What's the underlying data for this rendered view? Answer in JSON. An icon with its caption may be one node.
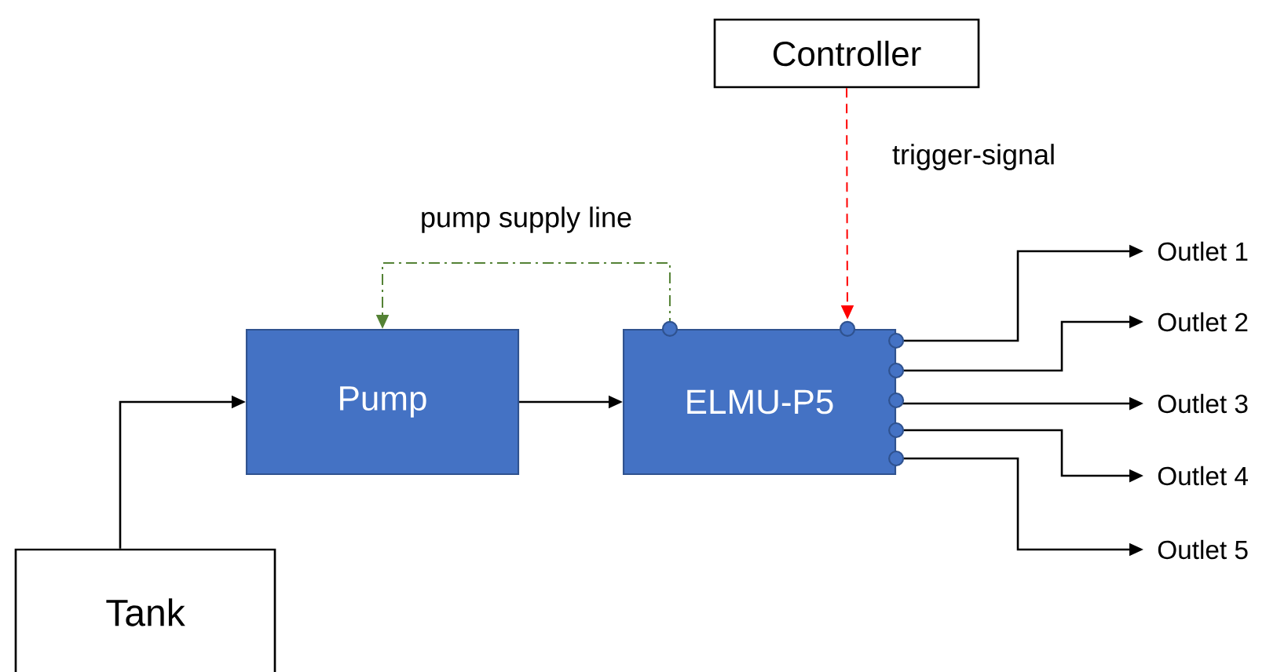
{
  "diagram": {
    "nodes": [
      {
        "text": [
          "Controller"
        ]
      },
      {
        "text": [
          "Pump"
        ]
      },
      {
        "text": [
          "ELMU-P5"
        ]
      },
      {
        "text": [
          "Tank"
        ]
      },
      {
        "text": [
          "Outlet 1"
        ]
      },
      {
        "text": [
          "Outlet 2"
        ]
      },
      {
        "text": [
          "Outlet 3"
        ]
      },
      {
        "text": [
          "Outlet 4"
        ]
      },
      {
        "text": [
          "Outlet 5"
        ]
      }
    ],
    "edges": [
      {
        "from": 3,
        "to": 1,
        "arrow": "to"
      },
      {
        "from": 1,
        "to": 2,
        "arrow": "to"
      },
      {
        "from": 2,
        "to": 1,
        "arrow": "to",
        "label": "pump supply line",
        "style": "dashed",
        "color": "#548235"
      },
      {
        "from": 0,
        "to": 2,
        "arrow": "to",
        "label": "trigger-signal",
        "style": "dashed",
        "color": "#ff0000"
      },
      {
        "from": 2,
        "to": 4,
        "arrow": "to"
      },
      {
        "from": 2,
        "to": 5,
        "arrow": "to"
      },
      {
        "from": 2,
        "to": 6,
        "arrow": "to"
      },
      {
        "from": 2,
        "to": 7,
        "arrow": "to"
      },
      {
        "from": 2,
        "to": 8,
        "arrow": "to"
      }
    ]
  }
}
